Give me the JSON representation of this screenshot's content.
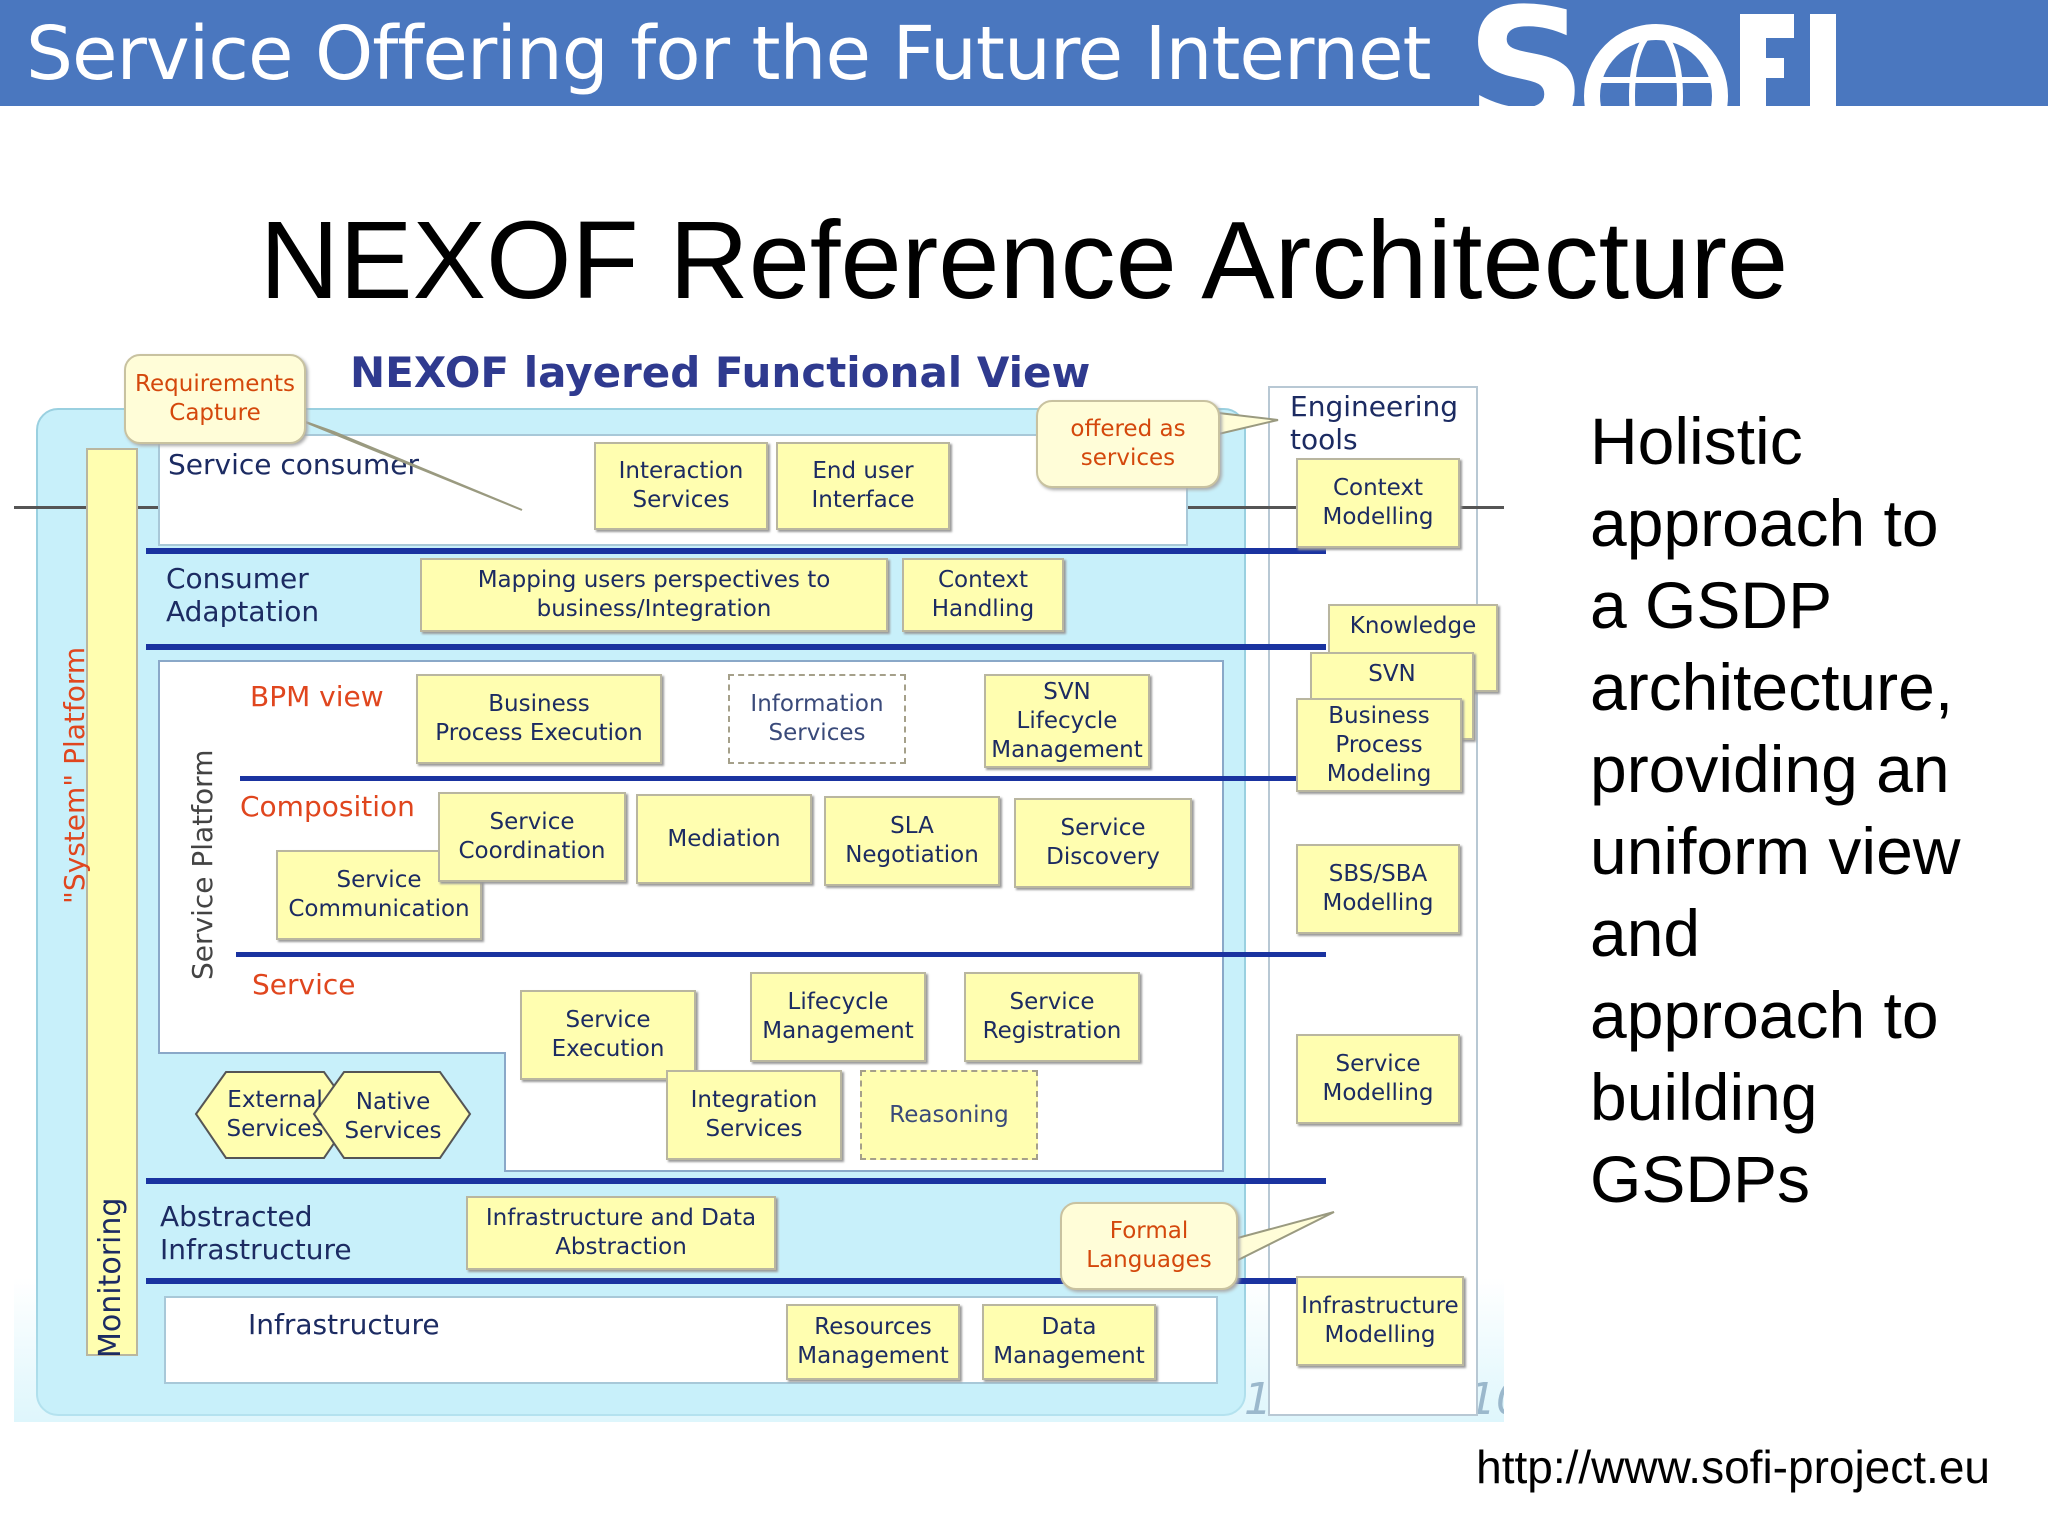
{
  "header": {
    "title": "Service Offering for the Future Internet",
    "logo_text": "SOFI"
  },
  "slide_title": "NEXOF Reference Architecture",
  "side_text": [
    "Holistic",
    "approach to",
    "a GSDP",
    "architecture,",
    "providing an",
    "uniform view",
    "and",
    "approach to",
    "building",
    "GSDPs"
  ],
  "url": "http://www.sofi-project.eu",
  "colors": {
    "header_bg": "#4a77bf",
    "box_fill": "#fffeb0",
    "platform_bg": "#c8f0fa",
    "layer_line": "#1a33a0",
    "accent_orange": "#e0461e"
  },
  "diagram": {
    "title": "NEXOF layered Functional View",
    "callouts": {
      "requirements": "Requirements\nCapture",
      "offered": "offered as\nservices",
      "formal": "Formal\nLanguages"
    },
    "side_labels": {
      "system_platform": "\"System\" Platform",
      "monitoring": "Monitoring",
      "service_platform": "Service Platform"
    },
    "layers": {
      "service_consumer": "Service consumer",
      "consumer_adaptation": "Consumer\nAdaptation",
      "bpm_view": "BPM view",
      "composition": "Composition",
      "service": "Service",
      "abstracted_infrastructure": "Abstracted\nInfrastructure",
      "infrastructure": "Infrastructure"
    },
    "boxes": {
      "interaction_services": "Interaction\nServices",
      "end_user_interface": "End user\nInterface",
      "mapping": "Mapping users perspectives to\nbusiness/Integration",
      "context_handling": "Context\nHandling",
      "business_process_execution": "Business\nProcess Execution",
      "information_services": "Information\nServices",
      "svn_lifecycle": "SVN\nLifecycle\nManagement",
      "service_coordination": "Service\nCoordination",
      "mediation": "Mediation",
      "sla_negotiation": "SLA\nNegotiation",
      "service_discovery": "Service\nDiscovery",
      "service_communication": "Service\nCommunication",
      "service_execution": "Service\nExecution",
      "lifecycle_management": "Lifecycle\nManagement",
      "service_registration": "Service\nRegistration",
      "integration_services": "Integration\nServices",
      "reasoning": "Reasoning",
      "external_services": "External\nServices",
      "native_services": "Native\nServices",
      "infra_data_abstraction": "Infrastructure and Data\nAbstraction",
      "resources_management": "Resources\nManagement",
      "data_management": "Data\nManagement"
    },
    "engineering_tools": {
      "title": "Engineering\ntools",
      "context_modelling": "Context\nModelling",
      "knowledge": "Knowledge",
      "svn": "SVN",
      "business_process_modeling": "Business\nProcess\nModeling",
      "sbs_sba_modelling": "SBS/SBA\nModelling",
      "service_modelling": "Service\nModelling",
      "infrastructure_modelling": "Infrastructure\nModelling"
    }
  }
}
